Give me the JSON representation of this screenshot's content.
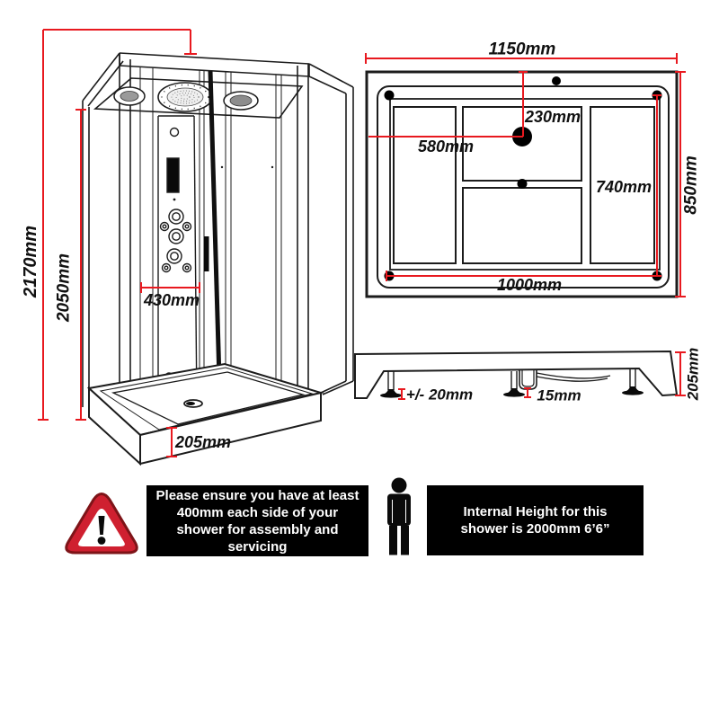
{
  "cabin": {
    "total_height": "2170mm",
    "inner_height": "2050mm",
    "door_width": "430mm",
    "tray_front_height": "205mm"
  },
  "tray_top_view": {
    "overall_width": "1150mm",
    "overall_depth": "850mm",
    "drain_from_left": "580mm",
    "drain_from_top": "230mm",
    "inner_depth": "740mm",
    "inner_width": "1000mm"
  },
  "tray_side_view": {
    "height": "205mm",
    "foot_adjustment": "+/- 20mm",
    "waste_clearance": "15mm"
  },
  "notes": {
    "clearance_warning": "Please ensure you have at least\n400mm each side of your\nshower for assembly and\nservicing",
    "internal_height": "Internal Height for this\nshower is 2000mm 6’6”"
  },
  "icons": {
    "warning": "warning-triangle-icon",
    "person": "person-icon"
  },
  "colors": {
    "dimension_red": "#e8191f",
    "note_background": "#000000",
    "warning_red": "#cf2030",
    "line_black": "#1c1c1c"
  }
}
